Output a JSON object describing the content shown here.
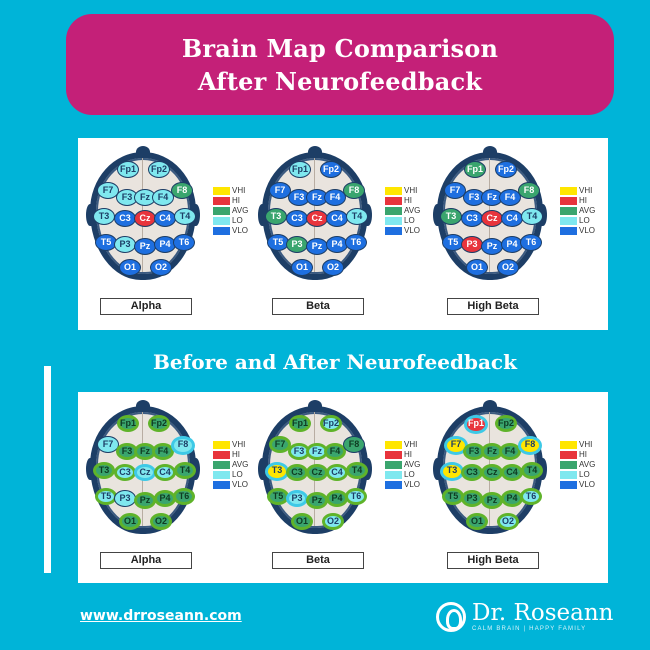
{
  "colors": {
    "background": "#00b4d8",
    "banner": "#c42078",
    "VHI": "#ffe600",
    "HI": "#e8343c",
    "AVG": "#3aa56e",
    "LO": "#7fe8ef",
    "VLO": "#1e6fe0",
    "ring_green": "#5fb32a",
    "ring_cyan": "#3ec9e6",
    "ring_dark": "#1d3e66"
  },
  "banner": {
    "line1": "Brain Map Comparison",
    "line2": "After Neurofeedback"
  },
  "subtitle": "Before and After Neurofeedback",
  "legend": [
    {
      "key": "VHI",
      "label": "VHI"
    },
    {
      "key": "HI",
      "label": "HI"
    },
    {
      "key": "AVG",
      "label": "AVG"
    },
    {
      "key": "LO",
      "label": "LO"
    },
    {
      "key": "VLO",
      "label": "VLO"
    }
  ],
  "electrode_positions": {
    "Fp1": [
      31,
      15
    ],
    "Fp2": [
      62,
      15
    ],
    "F7": [
      11,
      36
    ],
    "F3": [
      30,
      43
    ],
    "Fz": [
      48,
      43
    ],
    "F4": [
      66,
      43
    ],
    "F8": [
      85,
      36
    ],
    "T3": [
      7,
      62
    ],
    "C3": [
      28,
      64
    ],
    "Cz": [
      48,
      64
    ],
    "C4": [
      68,
      64
    ],
    "T4": [
      88,
      62
    ],
    "T5": [
      9,
      88
    ],
    "P3": [
      28,
      90
    ],
    "Pz": [
      48,
      92
    ],
    "P4": [
      68,
      90
    ],
    "T6": [
      87,
      88
    ],
    "O1": [
      33,
      113
    ],
    "O2": [
      64,
      113
    ]
  },
  "maps_top": [
    {
      "label": "Alpha",
      "values": {
        "Fp1": "LO",
        "Fp2": "LO",
        "F7": "LO",
        "F3": "LO",
        "Fz": "LO",
        "F4": "LO",
        "F8": "AVG",
        "T3": "LO",
        "C3": "VLO",
        "Cz": "HI",
        "C4": "VLO",
        "T4": "LO",
        "T5": "VLO",
        "P3": "LO",
        "Pz": "VLO",
        "P4": "VLO",
        "T6": "VLO",
        "O1": "VLO",
        "O2": "VLO"
      }
    },
    {
      "label": "Beta",
      "values": {
        "Fp1": "LO",
        "Fp2": "VLO",
        "F7": "VLO",
        "F3": "VLO",
        "Fz": "VLO",
        "F4": "VLO",
        "F8": "AVG",
        "T3": "AVG",
        "C3": "VLO",
        "Cz": "HI",
        "C4": "VLO",
        "T4": "LO",
        "T5": "VLO",
        "P3": "AVG",
        "Pz": "VLO",
        "P4": "VLO",
        "T6": "VLO",
        "O1": "VLO",
        "O2": "VLO"
      }
    },
    {
      "label": "High Beta",
      "values": {
        "Fp1": "AVG",
        "Fp2": "VLO",
        "F7": "VLO",
        "F3": "VLO",
        "Fz": "VLO",
        "F4": "VLO",
        "F8": "AVG",
        "T3": "AVG",
        "C3": "VLO",
        "Cz": "HI",
        "C4": "VLO",
        "T4": "LO",
        "T5": "VLO",
        "P3": "HI",
        "Pz": "VLO",
        "P4": "VLO",
        "T6": "VLO",
        "O1": "VLO",
        "O2": "VLO"
      }
    }
  ],
  "maps_bottom": [
    {
      "label": "Alpha",
      "values": {
        "Fp1": "AVG",
        "Fp2": "AVG",
        "F7": "LO",
        "F3": "AVG",
        "Fz": "AVG",
        "F4": "AVG",
        "F8": "LO",
        "T3": "AVG",
        "C3": "LO",
        "Cz": "LO",
        "C4": "LO",
        "T4": "AVG",
        "T5": "LO",
        "P3": "LO",
        "Pz": "AVG",
        "P4": "AVG",
        "T6": "AVG",
        "O1": "AVG",
        "O2": "AVG"
      },
      "rings": {
        "Fp1": "green",
        "Fp2": "green",
        "F7": "dark",
        "F3": "green",
        "Fz": "green",
        "F4": "green",
        "F8": "cyan",
        "T3": "green",
        "C3": "green",
        "Cz": "cyan",
        "C4": "green",
        "T4": "green",
        "T5": "green",
        "P3": "dark",
        "Pz": "green",
        "P4": "green",
        "T6": "green",
        "O1": "green",
        "O2": "green"
      }
    },
    {
      "label": "Beta",
      "values": {
        "Fp1": "AVG",
        "Fp2": "LO",
        "F7": "AVG",
        "F3": "LO",
        "Fz": "LO",
        "F4": "AVG",
        "F8": "AVG",
        "T3": "VHI",
        "C3": "AVG",
        "Cz": "AVG",
        "C4": "LO",
        "T4": "AVG",
        "T5": "AVG",
        "P3": "LO",
        "Pz": "AVG",
        "P4": "AVG",
        "T6": "LO",
        "O1": "AVG",
        "O2": "LO"
      },
      "rings": {
        "Fp1": "green",
        "Fp2": "green",
        "F7": "green",
        "F3": "green",
        "Fz": "green",
        "F4": "green",
        "F8": "dark",
        "T3": "cyan",
        "C3": "green",
        "Cz": "green",
        "C4": "green",
        "T4": "green",
        "T5": "green",
        "P3": "cyan",
        "Pz": "green",
        "P4": "green",
        "T6": "green",
        "O1": "green",
        "O2": "green"
      }
    },
    {
      "label": "High Beta",
      "values": {
        "Fp1": "HI",
        "Fp2": "AVG",
        "F7": "VHI",
        "F3": "AVG",
        "Fz": "AVG",
        "F4": "AVG",
        "F8": "VHI",
        "T3": "VHI",
        "C3": "AVG",
        "Cz": "AVG",
        "C4": "AVG",
        "T4": "AVG",
        "T5": "AVG",
        "P3": "AVG",
        "Pz": "AVG",
        "P4": "AVG",
        "T6": "LO",
        "O1": "AVG",
        "O2": "LO"
      },
      "rings": {
        "Fp1": "cyan",
        "Fp2": "green",
        "F7": "cyan",
        "F3": "green",
        "Fz": "green",
        "F4": "green",
        "F8": "cyan",
        "T3": "cyan",
        "C3": "green",
        "Cz": "green",
        "C4": "green",
        "T4": "green",
        "T5": "green",
        "P3": "green",
        "Pz": "green",
        "P4": "green",
        "T6": "green",
        "O1": "green",
        "O2": "green"
      }
    }
  ],
  "footer": {
    "url": "www.drroseann.com",
    "logo_name": "Dr. Roseann",
    "logo_tagline": "CALM BRAIN | HAPPY FAMILY"
  }
}
